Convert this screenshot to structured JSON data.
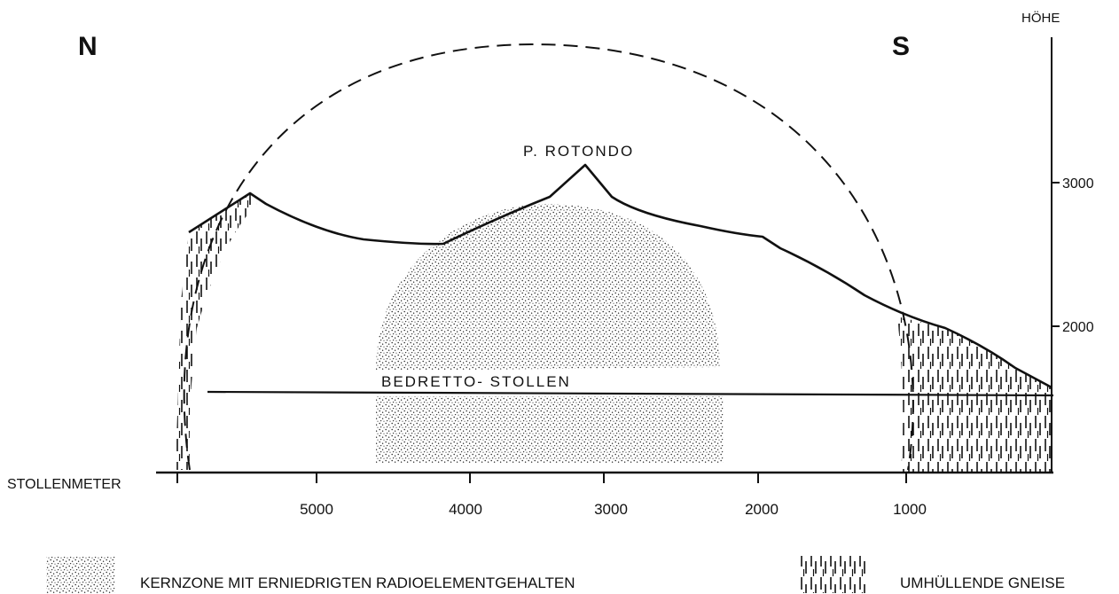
{
  "orientation": {
    "north": "N",
    "south": "S"
  },
  "peak_label": "P. ROTONDO",
  "tunnel_label": "BEDRETTO- STOLLEN",
  "x_axis": {
    "label": "STOLLENMETER",
    "ticks": [
      "5000",
      "4000",
      "3000",
      "2000",
      "1000"
    ]
  },
  "y_axis": {
    "label": "HÖHE",
    "ticks": [
      "3000",
      "2000"
    ]
  },
  "legend": {
    "core_zone": "KERNZONE MIT ERNIEDRIGTEN RADIOELEMENTGEHALTEN",
    "gneiss": "UMHÜLLENDE GNEISE"
  }
}
